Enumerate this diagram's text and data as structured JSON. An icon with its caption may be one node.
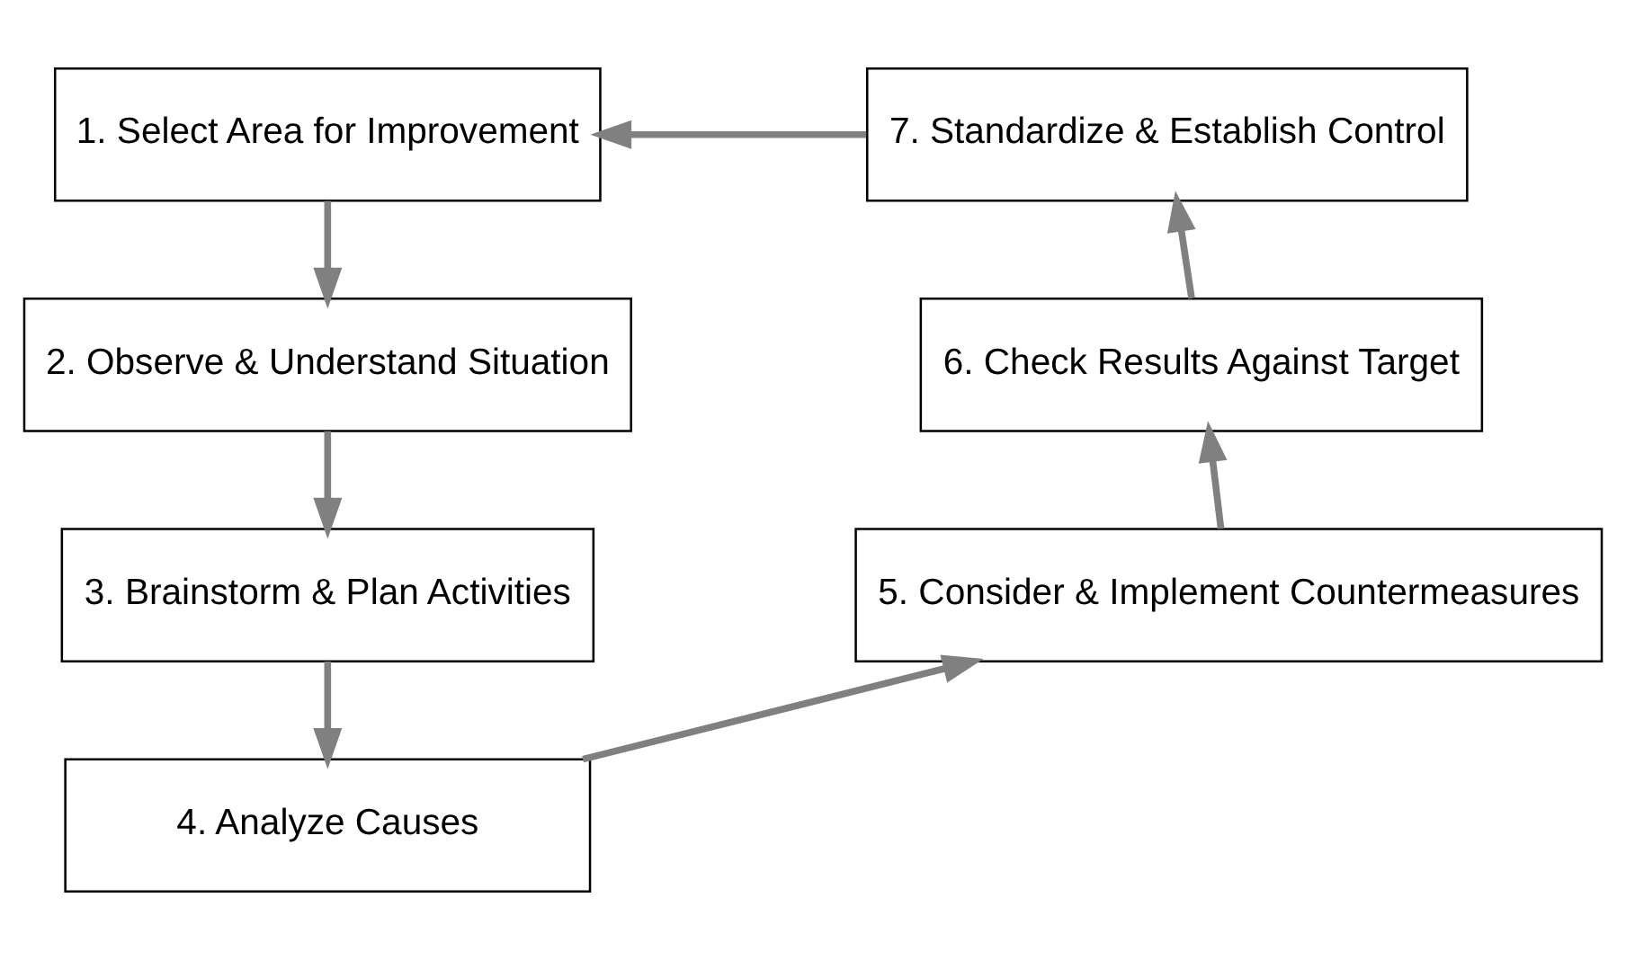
{
  "diagram": {
    "nodes": [
      {
        "text": [
          "1. Select Area for Improvement"
        ]
      },
      {
        "text": [
          "2. Observe & Understand Situation"
        ]
      },
      {
        "text": [
          "3. Brainstorm & Plan Activities"
        ]
      },
      {
        "text": [
          "4. Analyze Causes"
        ]
      },
      {
        "text": [
          "5. Consider & Implement Countermeasures"
        ]
      },
      {
        "text": [
          "6. Check Results Against Target"
        ]
      },
      {
        "text": [
          "7. Standardize & Establish Control"
        ]
      }
    ],
    "edges": [
      {
        "from": 0,
        "to": 1,
        "arrow": "to"
      },
      {
        "from": 1,
        "to": 2,
        "arrow": "to"
      },
      {
        "from": 2,
        "to": 3,
        "arrow": "to"
      },
      {
        "from": 3,
        "to": 4,
        "arrow": "to"
      },
      {
        "from": 4,
        "to": 5,
        "arrow": "to"
      },
      {
        "from": 5,
        "to": 6,
        "arrow": "to"
      },
      {
        "from": 6,
        "to": 0,
        "arrow": "to"
      }
    ]
  }
}
